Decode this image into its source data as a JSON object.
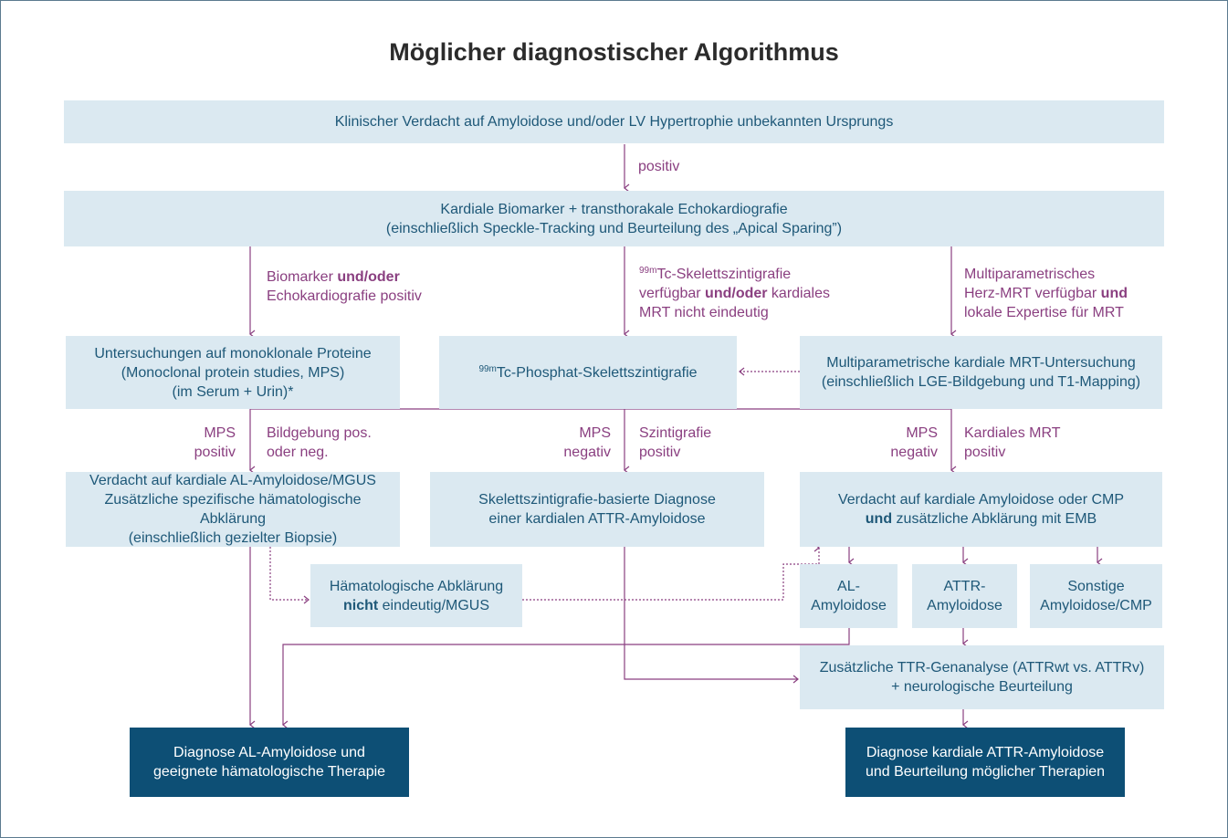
{
  "title": "Möglicher diagnostischer Algorithmus",
  "colors": {
    "box_fill": "#dbe9f1",
    "box_text": "#1e5878",
    "dark_fill": "#0d4f75",
    "arrow": "#8a3f80",
    "label": "#8a3f80"
  },
  "boxes": {
    "start": "Klinischer Verdacht auf Amyloidose und/oder LV Hypertrophie unbekannten Ursprungs",
    "biomarker": {
      "line1": "Kardiale Biomarker + transthorakale Echokardiografie",
      "line2": "(einschließlich Speckle-Tracking und Beurteilung des „Apical Sparing”)"
    },
    "mps": {
      "line1": "Untersuchungen auf monoklonale Proteine",
      "line2": "(Monoclonal protein studies, MPS)",
      "line3": "(im Serum + Urin)*"
    },
    "scinti": {
      "sup": "99m",
      "text": "Tc-Phosphat-Skelettszintigrafie"
    },
    "mri": {
      "line1": "Multiparametrische kardiale MRT-Untersuchung",
      "line2": "(einschließlich LGE-Bildgebung und T1-Mapping)"
    },
    "al_suspect": {
      "line1": "Verdacht auf kardiale AL-Amyloidose/MGUS",
      "line2": "Zusätzliche spezifische hämatologische Abklärung",
      "line3": "(einschließlich gezielter Biopsie)"
    },
    "attr_scinti": {
      "line1": "Skelettszintigrafie-basierte Diagnose",
      "line2": "einer kardialen ATTR-Amyloidose"
    },
    "cmp_suspect": {
      "line1": "Verdacht auf kardiale Amyloidose oder CMP",
      "line2_bold": "und",
      "line2_rest": " zusätzliche Abklärung mit EMB"
    },
    "haem": {
      "line1": "Hämatologische Abklärung",
      "line2_bold": "nicht",
      "line2_rest": " eindeutig/MGUS"
    },
    "al_amy": {
      "line1": "AL-",
      "line2": "Amyloidose"
    },
    "attr_amy": {
      "line1": "ATTR-",
      "line2": "Amyloidose"
    },
    "other_amy": {
      "line1": "Sonstige",
      "line2": "Amyloidose/CMP"
    },
    "ttr": {
      "line1": "Zusätzliche TTR-Genanalyse (ATTRwt vs. ATTRv)",
      "line2": "+ neurologische Beurteilung"
    },
    "dx_al": {
      "line1": "Diagnose AL-Amyloidose und",
      "line2": "geeignete hämatologische Therapie"
    },
    "dx_attr": {
      "line1": "Diagnose kardiale ATTR-Amyloidose",
      "line2": "und Beurteilung möglicher Therapien"
    }
  },
  "labels": {
    "positiv": "positiv",
    "biomarker_pos": {
      "line1_a": "Biomarker ",
      "line1_b": "und/oder",
      "line2": "Echokardiografie positiv"
    },
    "scinti_avail": {
      "line1_sup": "99m",
      "line1": "Tc-Skelettszintigrafie",
      "line2_a": "verfügbar ",
      "line2_b": "und/oder",
      "line2_c": " kardiales",
      "line3": "MRT nicht eindeutig"
    },
    "mri_avail": {
      "line1": "Multiparametrisches",
      "line2_a": "Herz-MRT verfügbar ",
      "line2_b": "und",
      "line3": "lokale Expertise für MRT"
    },
    "mps_pos": {
      "line1": "MPS",
      "line2": "positiv"
    },
    "imaging": {
      "line1": "Bildgebung pos.",
      "line2": "oder neg."
    },
    "mps_neg_mid": {
      "line1": "MPS",
      "line2": "negativ"
    },
    "scinti_pos": {
      "line1": "Szintigrafie",
      "line2": "positiv"
    },
    "mps_neg_right": {
      "line1": "MPS",
      "line2": "negativ"
    },
    "mri_pos": {
      "line1": "Kardiales MRT",
      "line2": "positiv"
    }
  }
}
